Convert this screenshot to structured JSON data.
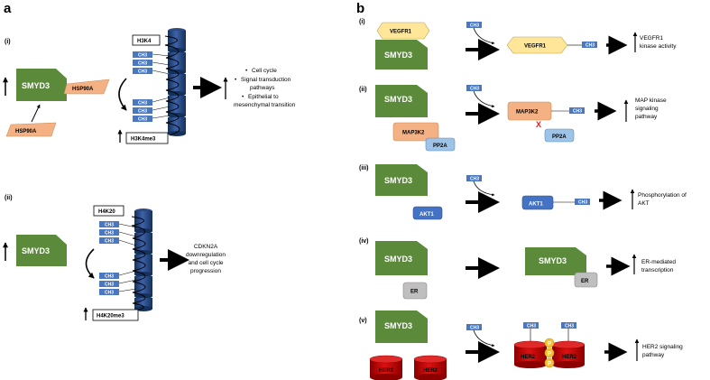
{
  "panels": {
    "a": {
      "letter": "a",
      "i": {
        "numeral": "(i)",
        "smyd3": "SMYD3",
        "hsp90a_top": "HSP90A",
        "hsp90a_bottom": "HSP90A",
        "histone_top": "H3K4",
        "histone_bottom": "H3K4me3",
        "ch3": "CH3",
        "outcomes": [
          "Cell cycle",
          "Signal transduction",
          "pathways",
          "Epithelial to",
          "mesenchymal transition"
        ]
      },
      "ii": {
        "numeral": "(ii)",
        "smyd3": "SMYD3",
        "histone_top": "H4K20",
        "histone_bottom": "H4K20me3",
        "ch3": "CH3",
        "outcome_lines": [
          "CDKN2A",
          "downregulation",
          "and cell cycle",
          "progression"
        ]
      }
    },
    "b": {
      "letter": "b",
      "i": {
        "numeral": "(i)",
        "vegfr1_left": "VEGFR1",
        "smyd3": "SMYD3",
        "ch3": "CH3",
        "vegfr1_right": "VEGFR1",
        "outcome_lines": [
          "VEGFR1",
          "kinase activity"
        ]
      },
      "ii": {
        "numeral": "(ii)",
        "smyd3": "SMYD3",
        "map3k2_left": "MAP3K2",
        "pp2a_left": "PP2A",
        "ch3": "CH3",
        "map3k2_right": "MAP3K2",
        "x_mark": "X",
        "pp2a_right": "PP2A",
        "outcome_lines": [
          "MAP kinase",
          "signaling",
          "pathway"
        ]
      },
      "iii": {
        "numeral": "(iii)",
        "smyd3": "SMYD3",
        "akt1_left": "AKT1",
        "ch3": "CH3",
        "akt1_right": "AKT1",
        "outcome_lines": [
          "Phosphorylation of",
          "AKT"
        ]
      },
      "iv": {
        "numeral": "(iv)",
        "smyd3_left": "SMYD3",
        "er_left": "ER",
        "smyd3_right": "SMYD3",
        "er_right": "ER",
        "outcome_lines": [
          "ER-mediated",
          "transcription"
        ]
      },
      "v": {
        "numeral": "(v)",
        "smyd3": "SMYD3",
        "her2_a": "HER2",
        "her2_b": "HER2",
        "ch3": "CH3",
        "her2_c": "HER2",
        "her2_d": "HER2",
        "p": "P",
        "outcome_lines": [
          "HER2 signaling",
          "pathway"
        ]
      }
    }
  },
  "colors": {
    "smyd3": "#5a8a3a",
    "ch3": "#4a78c0",
    "hsp90a": "#f4b183",
    "vegfr1": "#ffe699",
    "map3k2": "#f4b183",
    "pp2a": "#9dc3e6",
    "akt1": "#4472c4",
    "er": "#bfbfbf",
    "her2": "#c00000",
    "phospho": "#f2c231",
    "nucleosome": "#1f3a6b"
  }
}
